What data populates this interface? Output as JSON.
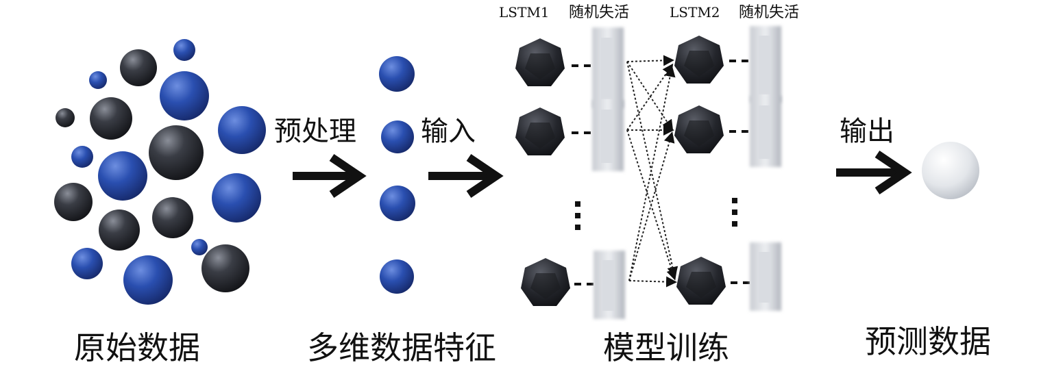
{
  "header": {
    "layer1": "LSTM1",
    "dropout1": "随机失活",
    "layer2": "LSTM2",
    "dropout2": "随机失活"
  },
  "arrows": {
    "preprocess": "预处理",
    "input": "输入",
    "output": "输出"
  },
  "captions": {
    "raw_data": "原始数据",
    "features": "多维数据特征",
    "training": "模型训练",
    "prediction": "预测数据"
  },
  "colors": {
    "blue_sphere": "#2a4fb0",
    "dark_sphere": "#2b2d33",
    "white_sphere": "#e6e8ec",
    "arrow": "#111111"
  }
}
